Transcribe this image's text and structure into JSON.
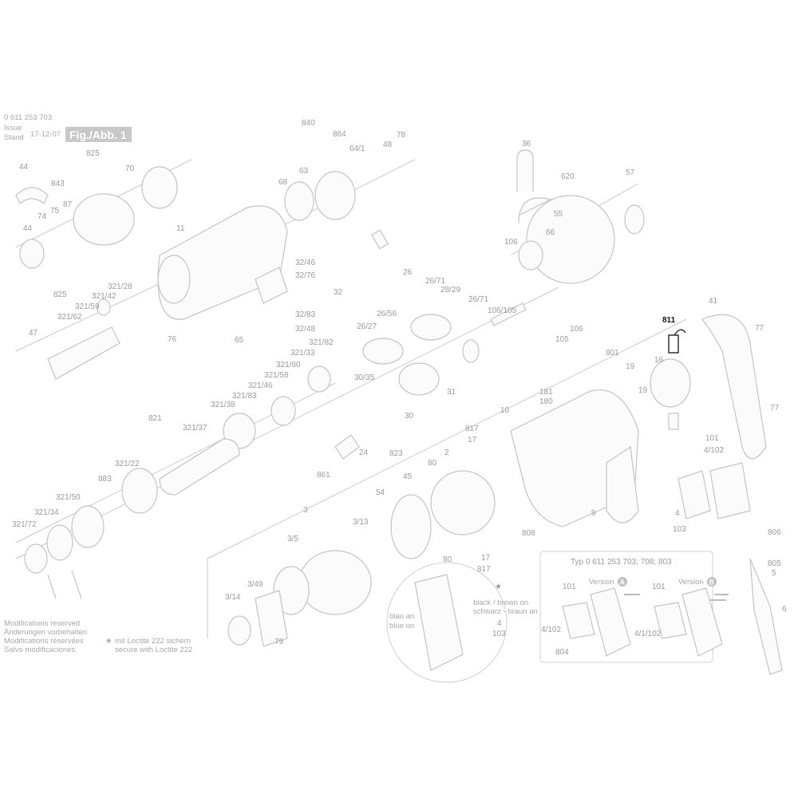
{
  "header": {
    "part_number": "0 611 253 703",
    "issue_label": "Issue",
    "stand_label": "Stand",
    "date": "17-12-07",
    "figure_title": "Fig./Abb. 1"
  },
  "highlighted_part": "811",
  "part_labels": [
    "840",
    "864",
    "78",
    "48",
    "64/1",
    "825",
    "44",
    "70",
    "68",
    "63",
    "843",
    "87",
    "75",
    "74",
    "44",
    "11",
    "36",
    "620",
    "57",
    "55",
    "66",
    "106",
    "26",
    "32/46",
    "32/76",
    "32",
    "825",
    "321/28",
    "321/42",
    "321/59",
    "321/62",
    "26/71",
    "28/29",
    "26/71",
    "26/56",
    "26/27",
    "106/105",
    "106",
    "105",
    "41",
    "77",
    "47",
    "76",
    "65",
    "32/83",
    "32/48",
    "321/82",
    "321/33",
    "321/60",
    "321/58",
    "321/46",
    "321/83",
    "321/38",
    "30/35",
    "31",
    "30",
    "801",
    "16",
    "19",
    "19",
    "181",
    "180",
    "10",
    "77",
    "821",
    "321/37",
    "817",
    "17",
    "101",
    "4/102",
    "24",
    "823",
    "2",
    "80",
    "321/22",
    "883",
    "45",
    "54",
    "861",
    "321/50",
    "321/34",
    "321/72",
    "3",
    "3/13",
    "9",
    "808",
    "4",
    "103",
    "806",
    "805",
    "5",
    "6",
    "3/5",
    "3/49",
    "3/14",
    "79",
    "80",
    "17",
    "817"
  ],
  "detail_callout": {
    "black_brown": "black / brown on",
    "schwarz_braun": "schwarz - braun an",
    "blau_an": "blau an",
    "blue_on": "blue on",
    "label_4": "4",
    "label_103": "103"
  },
  "variant_box": {
    "title": "Typ 0 611 253 703; 708; 803",
    "version_a": "Version",
    "version_a_letter": "A",
    "version_b": "Version",
    "version_b_letter": "B",
    "a_labels": [
      "101",
      "4/102",
      "804"
    ],
    "b_labels": [
      "101",
      "4/1/102"
    ]
  },
  "footer": {
    "notes": [
      "Modifications reserved",
      "Änderungen vorbehalten",
      "Modifications réservées",
      "Salvo modificaciones"
    ],
    "loctite_de": "mit Loctite 222 sichern",
    "loctite_en": "secure with Loctite 222",
    "star": "★"
  }
}
